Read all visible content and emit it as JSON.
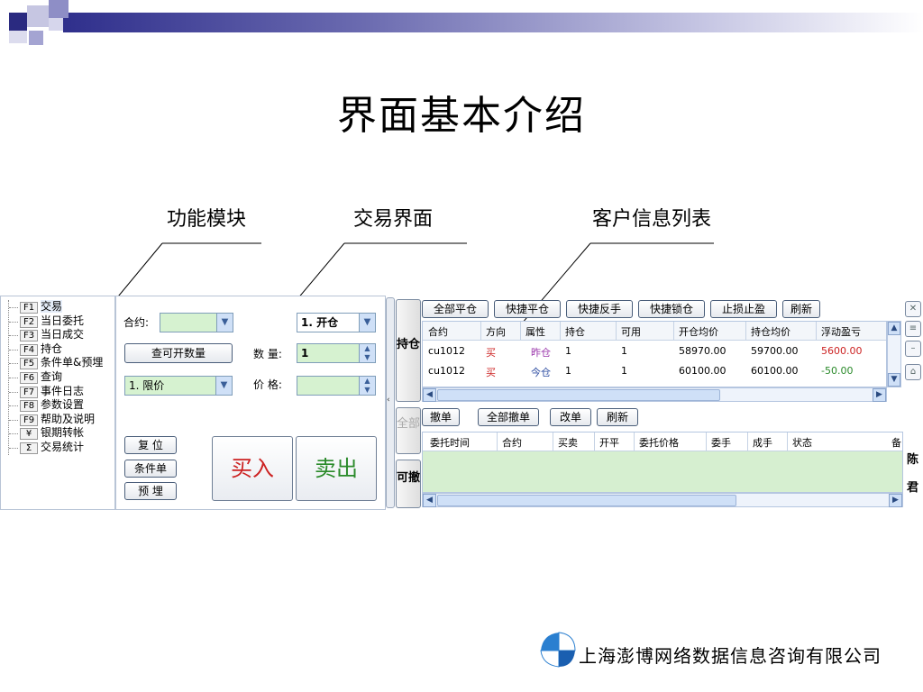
{
  "slide_title": "界面基本介绍",
  "labels": {
    "function_module": "功能模块",
    "trade_interface": "交易界面",
    "customer_info": "客户信息列表"
  },
  "menu": [
    {
      "key": "F1",
      "label": "交易"
    },
    {
      "key": "F2",
      "label": "当日委托"
    },
    {
      "key": "F3",
      "label": "当日成交"
    },
    {
      "key": "F4",
      "label": "持仓"
    },
    {
      "key": "F5",
      "label": "条件单&预埋"
    },
    {
      "key": "F6",
      "label": "查询"
    },
    {
      "key": "F7",
      "label": "事件日志"
    },
    {
      "key": "F8",
      "label": "参数设置"
    },
    {
      "key": "F9",
      "label": "帮助及说明"
    },
    {
      "key": "¥",
      "label": "银期转帐"
    },
    {
      "key": "Σ",
      "label": "交易统计"
    }
  ],
  "trade": {
    "contract_label": "合约:",
    "contract_value": "",
    "open_close_value": "1. 开仓",
    "query_button": "查可开数量",
    "qty_label": "数 量:",
    "qty_value": "1",
    "price_type_value": "1. 限价",
    "price_label": "价 格:",
    "price_value": "",
    "reset_button": "复 位",
    "condition_button": "条件单",
    "preorder_button": "预 埋",
    "buy_button": "买入",
    "sell_button": "卖出"
  },
  "side_tabs": {
    "position": "持仓",
    "all": "全部",
    "cancelable": "可撤"
  },
  "position_toolbar": [
    "全部平仓",
    "快捷平仓",
    "快捷反手",
    "快捷锁仓",
    "止损止盈",
    "刷新"
  ],
  "position_table": {
    "headers": [
      "合约",
      "方向",
      "属性",
      "持仓",
      "可用",
      "开仓均价",
      "持仓均价",
      "浮动盈亏"
    ],
    "rows": [
      [
        "cu1012",
        "买",
        "昨仓",
        "1",
        "1",
        "58970.00",
        "59700.00",
        "5600.00"
      ],
      [
        "cu1012",
        "买",
        "今仓",
        "1",
        "1",
        "60100.00",
        "60100.00",
        "-50.00"
      ]
    ]
  },
  "order_toolbar": [
    "撤单",
    "全部撤单",
    "改单",
    "刷新"
  ],
  "order_table": {
    "headers": [
      "委托时间",
      "合约",
      "买卖",
      "开平",
      "委托价格",
      "委手",
      "成手",
      "状态",
      "备"
    ]
  },
  "right_edge_text": [
    "陈",
    "君"
  ],
  "footer": {
    "company": "上海澎博网络数据信息咨询有限公司"
  },
  "colors": {
    "buy_red": "#cc2222",
    "sell_green": "#2a8a2a",
    "profit_red": "#cc2222",
    "loss_green": "#2a8a2a",
    "attr_purple": "#9933aa",
    "attr_blue": "#2a4aa0",
    "grid_green_bg": "#d6efd0"
  }
}
